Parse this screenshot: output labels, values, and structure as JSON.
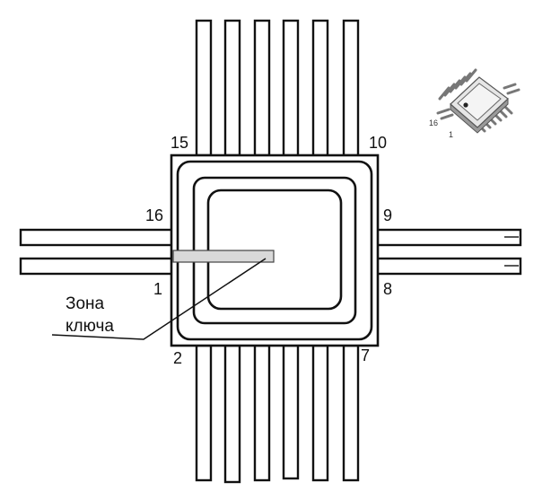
{
  "diagram": {
    "pin_labels": {
      "p15": "15",
      "p10": "10",
      "p16": "16",
      "p9": "9",
      "p1": "1",
      "p8": "8",
      "p2": "2",
      "p7": "7"
    },
    "key_zone": {
      "line1": "Зона",
      "line2": "ключа"
    },
    "thumbnail": {
      "pin16": "16",
      "pin1": "1"
    },
    "colors": {
      "stroke": "#111111",
      "key_zone_fill": "#d9d9d9",
      "thumb_body": "#e6e6e6"
    }
  }
}
